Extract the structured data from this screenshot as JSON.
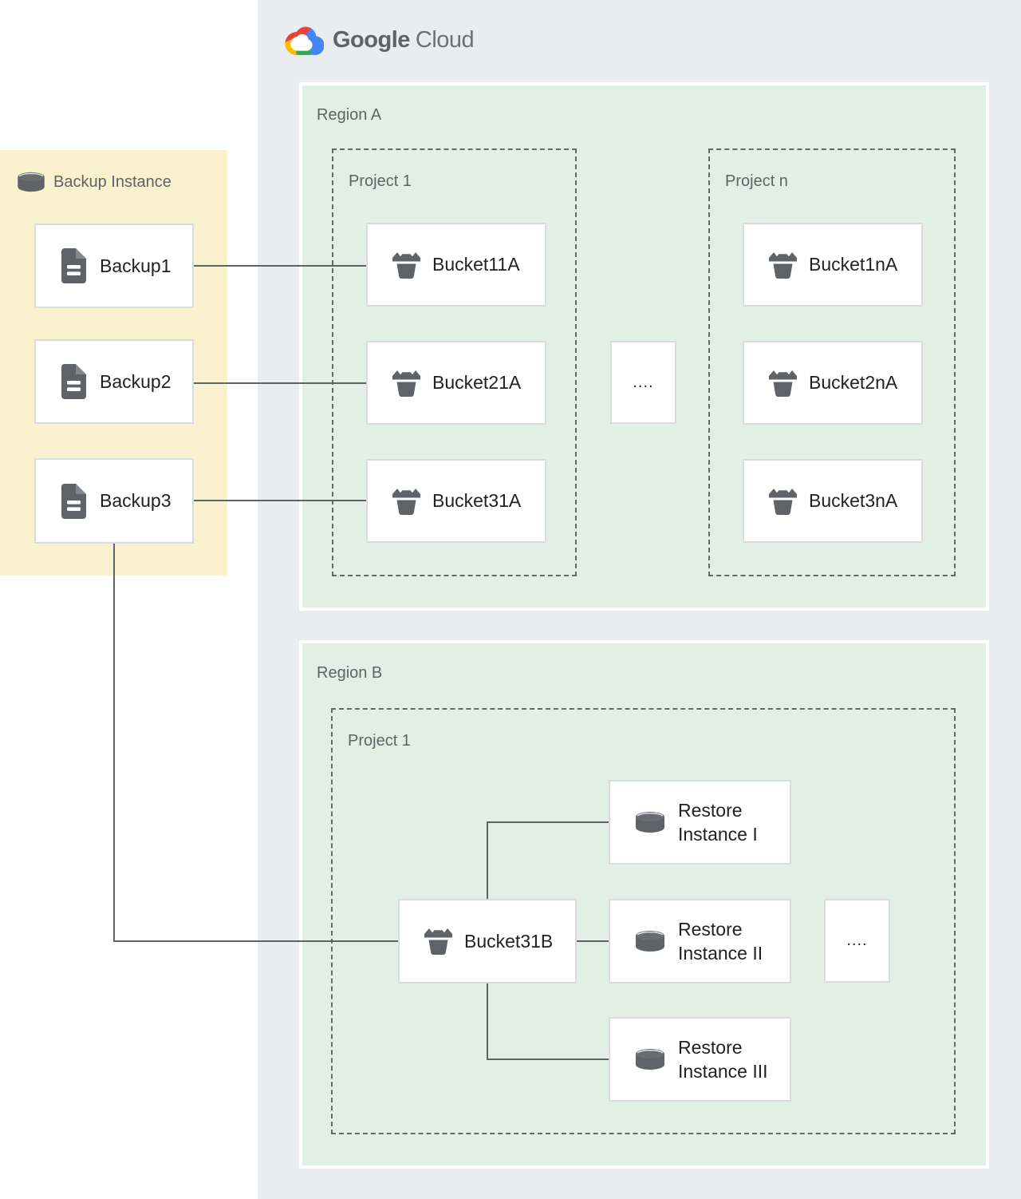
{
  "logo": {
    "brand": "Google",
    "product": "Cloud",
    "icon": "google-cloud-logo-icon"
  },
  "backup_panel": {
    "title": "Backup Instance",
    "title_icon": "database-icon",
    "items": [
      {
        "label": "Backup1",
        "icon": "file-icon"
      },
      {
        "label": "Backup2",
        "icon": "file-icon"
      },
      {
        "label": "Backup3",
        "icon": "file-icon"
      }
    ]
  },
  "region_a": {
    "label": "Region A",
    "ellipsis": "....",
    "projects": [
      {
        "label": "Project 1",
        "buckets": [
          {
            "label": "Bucket11A",
            "icon": "bucket-icon"
          },
          {
            "label": "Bucket21A",
            "icon": "bucket-icon"
          },
          {
            "label": "Bucket31A",
            "icon": "bucket-icon"
          }
        ]
      },
      {
        "label": "Project n",
        "buckets": [
          {
            "label": "Bucket1nA",
            "icon": "bucket-icon"
          },
          {
            "label": "Bucket2nA",
            "icon": "bucket-icon"
          },
          {
            "label": "Bucket3nA",
            "icon": "bucket-icon"
          }
        ]
      }
    ]
  },
  "region_b": {
    "label": "Region B",
    "project": {
      "label": "Project 1",
      "bucket": {
        "label": "Bucket31B",
        "icon": "bucket-icon"
      },
      "restores": [
        {
          "label": "Restore Instance I",
          "icon": "database-icon"
        },
        {
          "label": "Restore Instance II",
          "icon": "database-icon"
        },
        {
          "label": "Restore Instance III",
          "icon": "database-icon"
        }
      ],
      "ellipsis": "...."
    }
  },
  "connections": [
    "Backup1 - Bucket11A",
    "Backup2 - Bucket21A",
    "Backup3 - Bucket31A",
    "Backup3 - Bucket31B",
    "Bucket31B - Restore Instance I",
    "Bucket31B - Restore Instance II",
    "Bucket31B - Restore Instance III"
  ],
  "colors": {
    "panel_gray": "#e9edf0",
    "region_green": "#e1efe6",
    "backup_yellow": "#faf1cf",
    "node_border": "#d9dbde",
    "dashed_border": "#64686c",
    "connector": "#5f6368",
    "icon_gray": "#5f6368",
    "label_gray": "#5f6368",
    "text_dark": "#202124",
    "logo_red": "#EA4335",
    "logo_blue": "#4285F4",
    "logo_yellow": "#FBBC04",
    "logo_green": "#34A853"
  }
}
